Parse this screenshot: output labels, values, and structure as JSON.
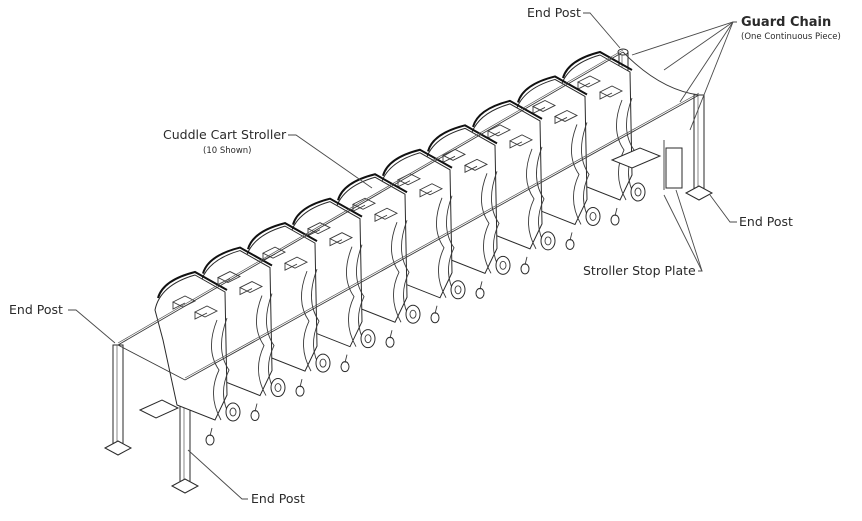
{
  "diagram": {
    "title": "Cuddle Cart Stroller corral assembly (isometric)",
    "labels": {
      "end_post_top": "End Post",
      "guard_chain": "Guard Chain",
      "guard_chain_note": "(One Continuous Piece)",
      "cuddle_cart": "Cuddle Cart Stroller",
      "cuddle_cart_note": "(10 Shown)",
      "end_post_right": "End Post",
      "stroller_stop_plate": "Stroller Stop Plate",
      "end_post_left": "End Post",
      "end_post_bottom": "End Post"
    },
    "stroller_count": 10,
    "colors": {
      "line": "#2a2a2a",
      "background": "#ffffff"
    }
  }
}
